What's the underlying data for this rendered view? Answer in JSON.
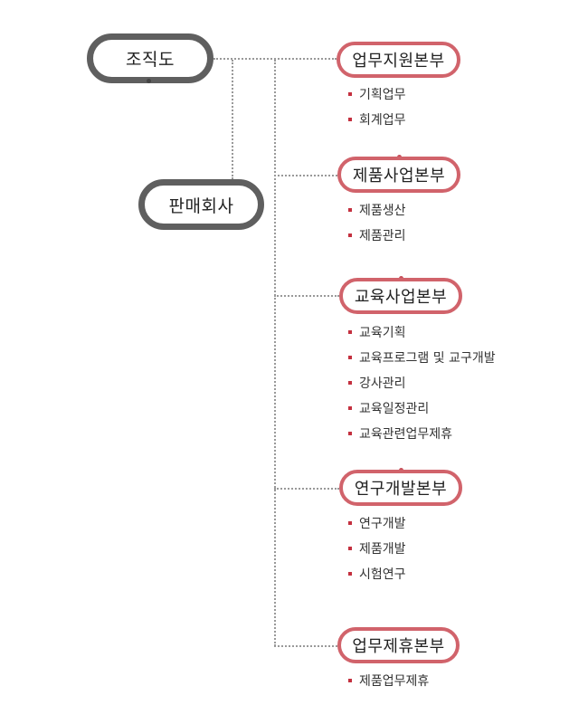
{
  "root": {
    "label": "조직도"
  },
  "company": {
    "label": "판매회사"
  },
  "colors": {
    "gray_border": "#5f5f5f",
    "red_border": "#d1636b",
    "bullet": "#c4303f",
    "connector": "#999999"
  },
  "departments": [
    {
      "label": "업무지원본부",
      "items": [
        "기획업무",
        "회계업무"
      ]
    },
    {
      "label": "제품사업본부",
      "items": [
        "제품생산",
        "제품관리"
      ]
    },
    {
      "label": "교육사업본부",
      "items": [
        "교육기획",
        "교육프로그램 및 교구개발",
        "강사관리",
        "교육일정관리",
        "교육관련업무제휴"
      ]
    },
    {
      "label": "연구개발본부",
      "items": [
        "연구개발",
        "제품개발",
        "시험연구"
      ]
    },
    {
      "label": "업무제휴본부",
      "items": [
        "제품업무제휴"
      ]
    }
  ]
}
